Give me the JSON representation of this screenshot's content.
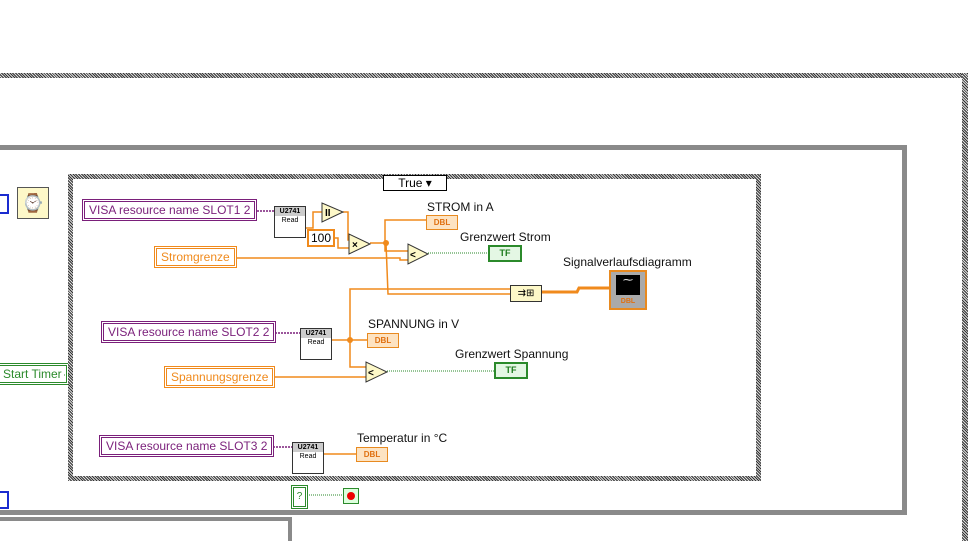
{
  "case_selector": {
    "value": "True"
  },
  "visa": [
    "VISA resource name SLOT1 2",
    "VISA resource name SLOT2 2",
    "VISA resource name SLOT3 2"
  ],
  "controls": {
    "strom": "Stromgrenze",
    "spannung": "Spannungsgrenze"
  },
  "constant": "100",
  "read_vi": {
    "title": "U2741",
    "label": "Read"
  },
  "indicators": {
    "strom": "STROM in A",
    "grenz_strom": "Grenzwert Strom",
    "chart": "Signalverlaufsdiagramm",
    "spannung": "SPANNUNG in V",
    "grenz_spannung": "Grenzwert Spannung",
    "temp": "Temperatur in °C"
  },
  "types": {
    "dbl": "DBL",
    "tf": "TF"
  },
  "start_timer": "Start Timer",
  "loop_condition": "?",
  "colors": {
    "double_wire": "#f08a1c",
    "visa_wire": "#7a1f7a",
    "boolean": "#2b8a2b"
  }
}
